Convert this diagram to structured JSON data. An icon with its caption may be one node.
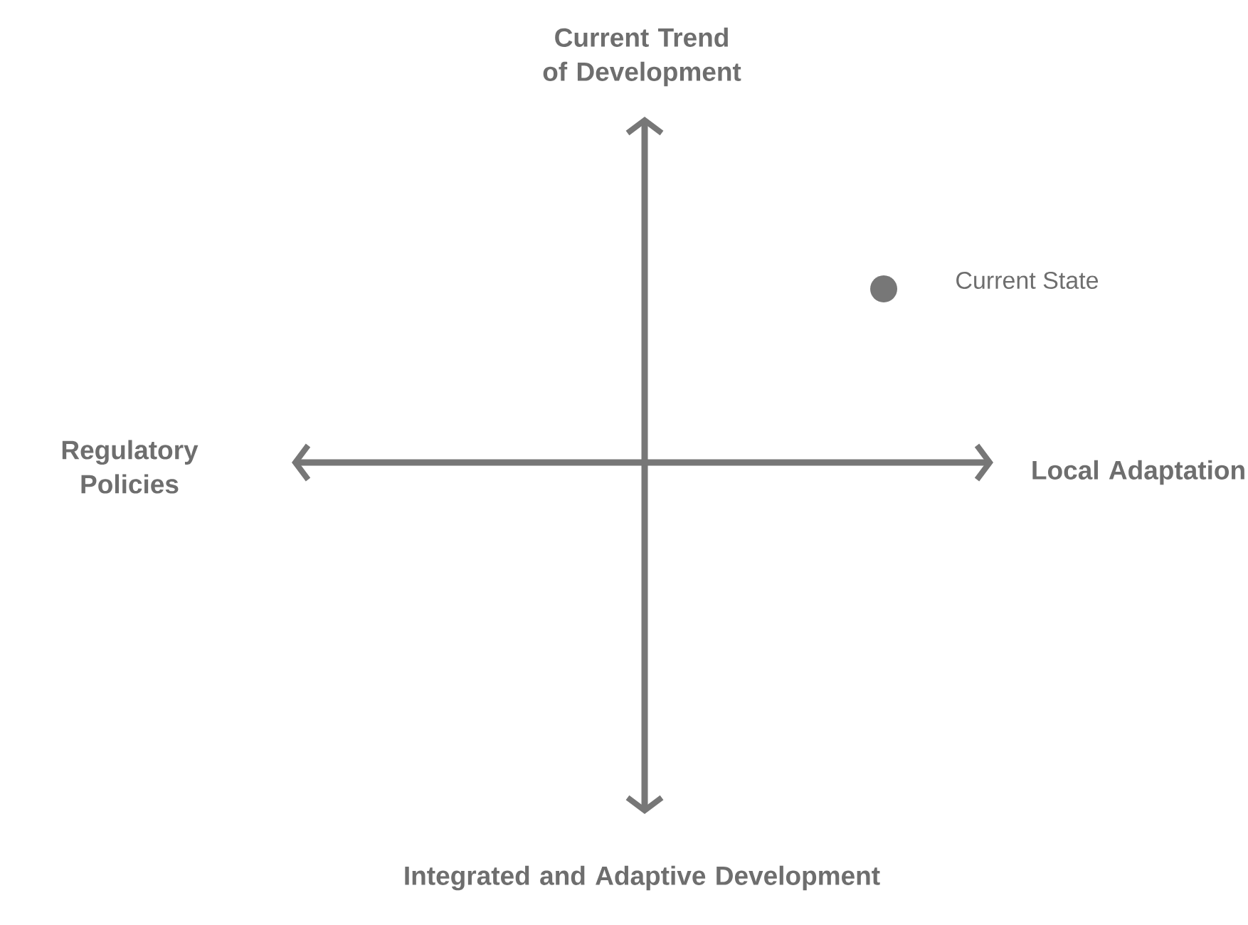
{
  "diagram": {
    "nodes": [
      {
        "text": [],
        "shape": "circle",
        "beside": [
          "Current State"
        ]
      }
    ],
    "labels": [
      "Current Trend of Development",
      "Regulatory Policies",
      "Local Adaptation",
      "Integrated and Adaptive Development"
    ]
  }
}
